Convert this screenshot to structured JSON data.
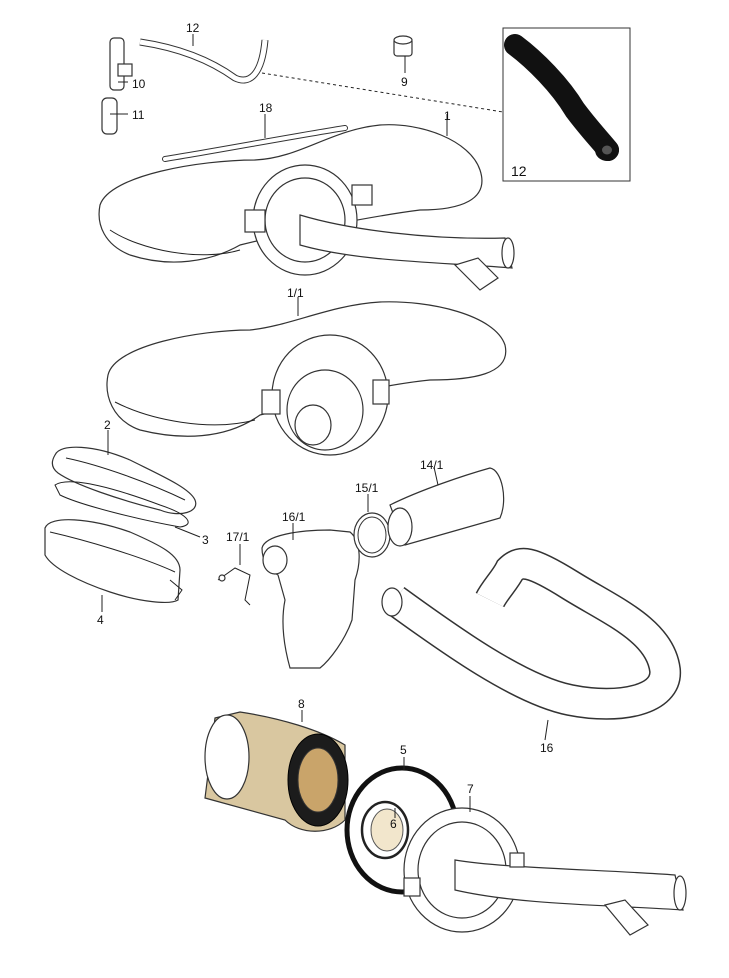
{
  "diagram": {
    "callouts": {
      "p1": "1",
      "p1_1": "1/1",
      "p2": "2",
      "p3": "3",
      "p4": "4",
      "p5": "5",
      "p6": "6",
      "p7": "7",
      "p8": "8",
      "p9": "9",
      "p10": "10",
      "p11": "11",
      "p12": "12",
      "p14_1": "14/1",
      "p15_1": "15/1",
      "p16": "16",
      "p16_1": "16/1",
      "p17_1": "17/1",
      "p18": "18"
    },
    "inset_label": "12"
  }
}
